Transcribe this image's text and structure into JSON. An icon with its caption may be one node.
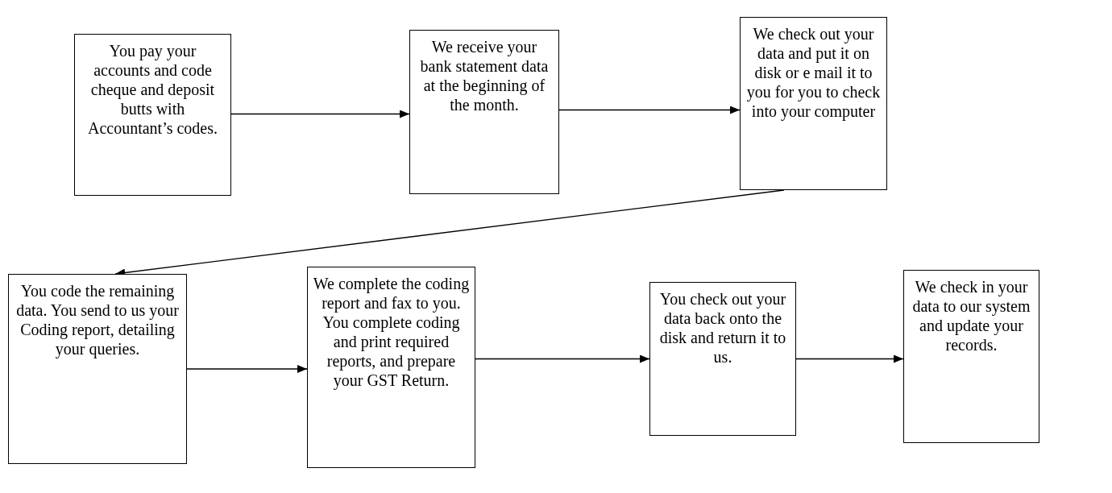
{
  "diagram": {
    "nodes": [
      {
        "text": [
          "You pay your accounts and code cheque and deposit butts with Accountant’s codes."
        ]
      },
      {
        "text": [
          "We receive your bank statement data at the beginning of the month."
        ]
      },
      {
        "text": [
          "We check out your data and put it on disk or e mail it to you for you to check into your computer"
        ]
      },
      {
        "text": [
          "You code the remaining data. You send to us your Coding report, detailing your queries."
        ]
      },
      {
        "text": [
          "We complete the coding report and fax to you. You complete coding and print required reports, and prepare your GST Return."
        ]
      },
      {
        "text": [
          "You check out your data back onto the disk and return it to us."
        ]
      },
      {
        "text": [
          "We check in your data to our system and update your records."
        ]
      }
    ],
    "edges": [
      {
        "from": 0,
        "to": 1,
        "arrow": "to"
      },
      {
        "from": 1,
        "to": 2,
        "arrow": "to"
      },
      {
        "from": 2,
        "to": 3,
        "arrow": "to"
      },
      {
        "from": 3,
        "to": 4,
        "arrow": "to"
      },
      {
        "from": 4,
        "to": 5,
        "arrow": "to"
      },
      {
        "from": 5,
        "to": 6,
        "arrow": "to"
      }
    ]
  }
}
